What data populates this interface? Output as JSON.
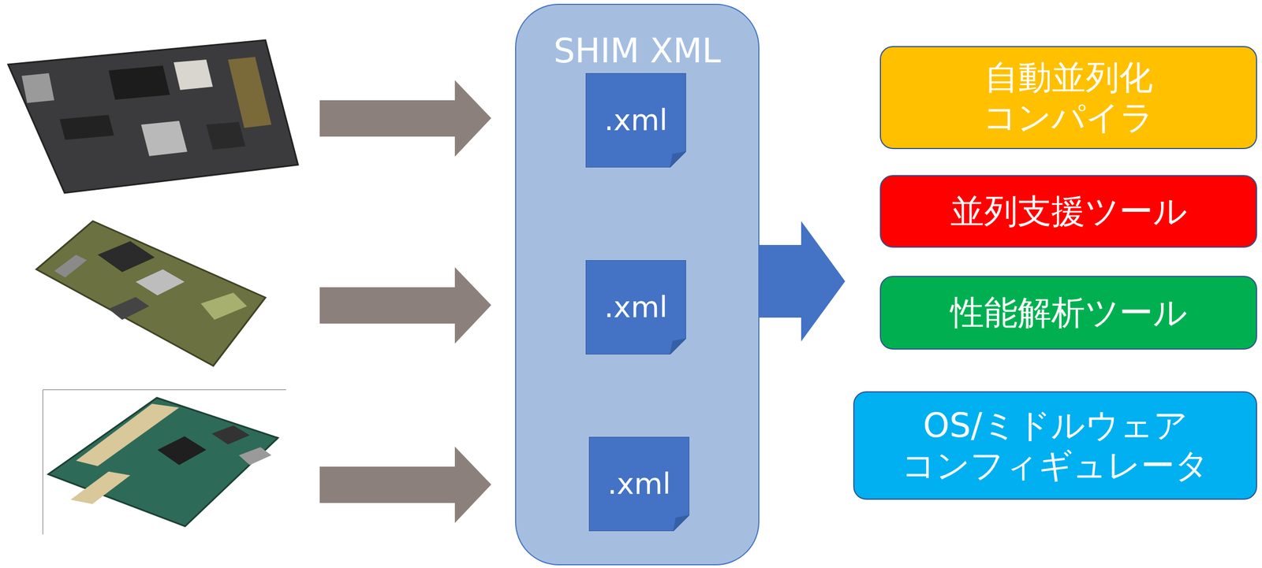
{
  "diagram": {
    "nodes": [
      {
        "text": [
          "SHIM XML"
        ]
      },
      {
        "text": [
          ".xml"
        ],
        "in": 0
      },
      {
        "text": [
          ".xml"
        ],
        "in": 0
      },
      {
        "text": [
          ".xml"
        ],
        "in": 0
      },
      {
        "text": [
          "自動並列化 コンパイラ"
        ]
      },
      {
        "text": [
          "並列支援ツール"
        ]
      },
      {
        "text": [
          "性能解析ツール"
        ]
      },
      {
        "text": [
          "OS/ミドルウェア コンフィギュレータ"
        ]
      }
    ]
  }
}
